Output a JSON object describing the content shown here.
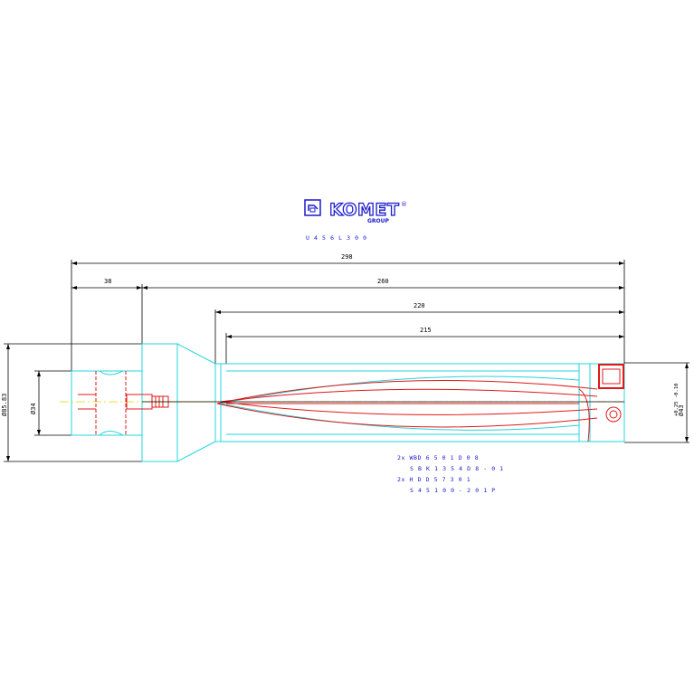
{
  "logo": {
    "text": "KOMET",
    "sub": "GROUP",
    "registered": "®"
  },
  "drawing": {
    "part_number": "U 4 5 6 L 3 0 0",
    "dimensions": {
      "overall": "298",
      "shank": "38",
      "body": "260",
      "reach_1": "220",
      "reach_2": "215",
      "shank_bore_dia": "Ø34",
      "flange_dia": "Ø85.83",
      "cut_dia": "Ø43",
      "cut_tol": "+0.25 -0.10"
    },
    "insert_notes": [
      "2x WBD 6 5 0 1 D 0 8",
      "S B K 1 3 5 4 D 8 - 0 1",
      "2x H D D 5 7 3 0 1",
      "S 4 5 1 0 0 - 2 0 1 P"
    ]
  }
}
